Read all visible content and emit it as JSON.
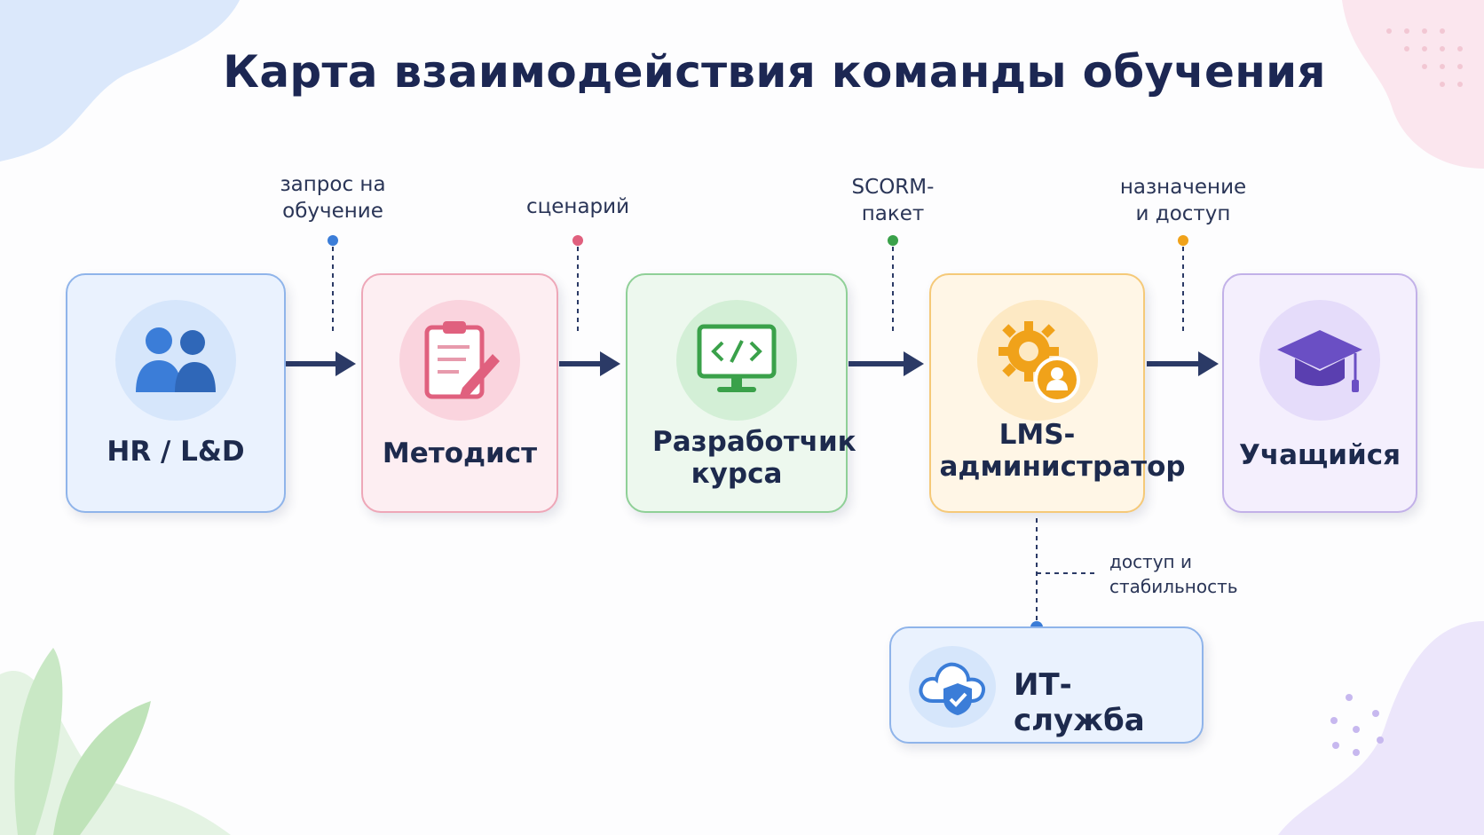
{
  "title": "Карта взаимодействия команды обучения",
  "nodes": [
    {
      "id": "hr",
      "label": "HR / L&D",
      "icon": "people-icon",
      "accent": "#3b7dd8",
      "bg": "#eaf2fe",
      "border": "#8fb4ea"
    },
    {
      "id": "methodist",
      "label": "Методист",
      "icon": "clipboard-pencil-icon",
      "accent": "#e0607e",
      "bg": "#fdeef2",
      "border": "#eea7b8"
    },
    {
      "id": "developer",
      "label": "Разработчик курса",
      "icon": "code-monitor-icon",
      "accent": "#3aa14a",
      "bg": "#edf8ee",
      "border": "#8fd097"
    },
    {
      "id": "lms",
      "label": "LMS-администратор",
      "icon": "gear-user-icon",
      "accent": "#f0a21a",
      "bg": "#fff6e6",
      "border": "#f5c978"
    },
    {
      "id": "learner",
      "label": "Учащийся",
      "icon": "graduation-cap-icon",
      "accent": "#6a4fc4",
      "bg": "#f4effd",
      "border": "#c2b1e8"
    }
  ],
  "edges": [
    {
      "from": "hr",
      "to": "methodist",
      "label_line1": "запрос на",
      "label_line2": "обучение",
      "dot_color": "#3b7dd8"
    },
    {
      "from": "methodist",
      "to": "developer",
      "label_line1": "сценарий",
      "label_line2": "",
      "dot_color": "#e0607e"
    },
    {
      "from": "developer",
      "to": "lms",
      "label_line1": "SCORM-",
      "label_line2": "пакет",
      "dot_color": "#3aa14a"
    },
    {
      "from": "lms",
      "to": "learner",
      "label_line1": "назначение",
      "label_line2": "и доступ",
      "dot_color": "#f0a21a"
    }
  ],
  "support": {
    "label": "ИТ-служба",
    "icon": "cloud-shield-icon",
    "link_label_line1": "доступ и",
    "link_label_line2": "стабильность",
    "accent": "#3b7dd8"
  }
}
